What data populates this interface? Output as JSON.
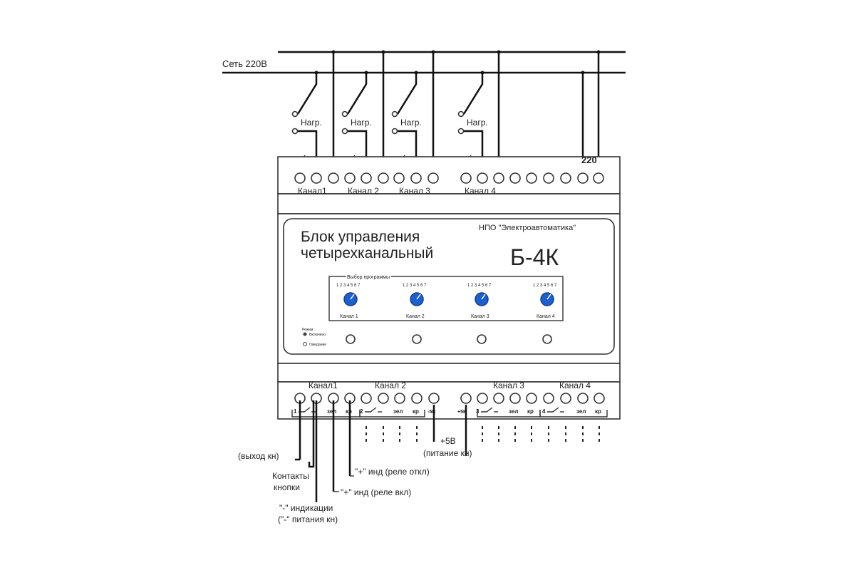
{
  "network_label": "Сеть 220В",
  "load_label": "Нагр.",
  "relay_numbers": [
    "1",
    "2",
    "3",
    "4"
  ],
  "top_voltage": "220",
  "top_channels": [
    "Канал1",
    "Канал 2",
    "Канал 3",
    "Канал 4"
  ],
  "manufacturer": "НПО \"Электроавтоматика\"",
  "device_title_line1": "Блок управления",
  "device_title_line2": "четырехканальный",
  "model": "Б-4К",
  "program_select_label": "Выбор программы",
  "dial_scale": "1 2 3 4 5 6 7",
  "knob_channels": [
    "Канал 1",
    "Канал 2",
    "Канал 3",
    "Канал 4"
  ],
  "indicator_mode": "Режим",
  "indicator_active": "Включено",
  "indicator_standby": "Ожидание",
  "bottom_channels": [
    "Канал1",
    "Канал 2",
    "Канал 3",
    "Канал 4"
  ],
  "terminal_labels": {
    "num": [
      "1",
      "2",
      "3",
      "4"
    ],
    "zel": "зел",
    "kr": "кр",
    "minus5": "-5В",
    "plus5": "+5В"
  },
  "annotations": {
    "plus5v": "+5В",
    "button_power": "(питание кн)",
    "button_out": "(выход кн)",
    "button_contacts_1": "Контакты",
    "button_contacts_2": "кнопки",
    "ind_off": "\"+\" инд (реле откл)",
    "ind_on": "\"+\" инд (реле вкл)",
    "minus_ind_1": "\"-\" индикации",
    "minus_ind_2": "(\"-\" питания кн)"
  },
  "colors": {
    "knob": "#1e5fcf",
    "line": "#111111"
  }
}
